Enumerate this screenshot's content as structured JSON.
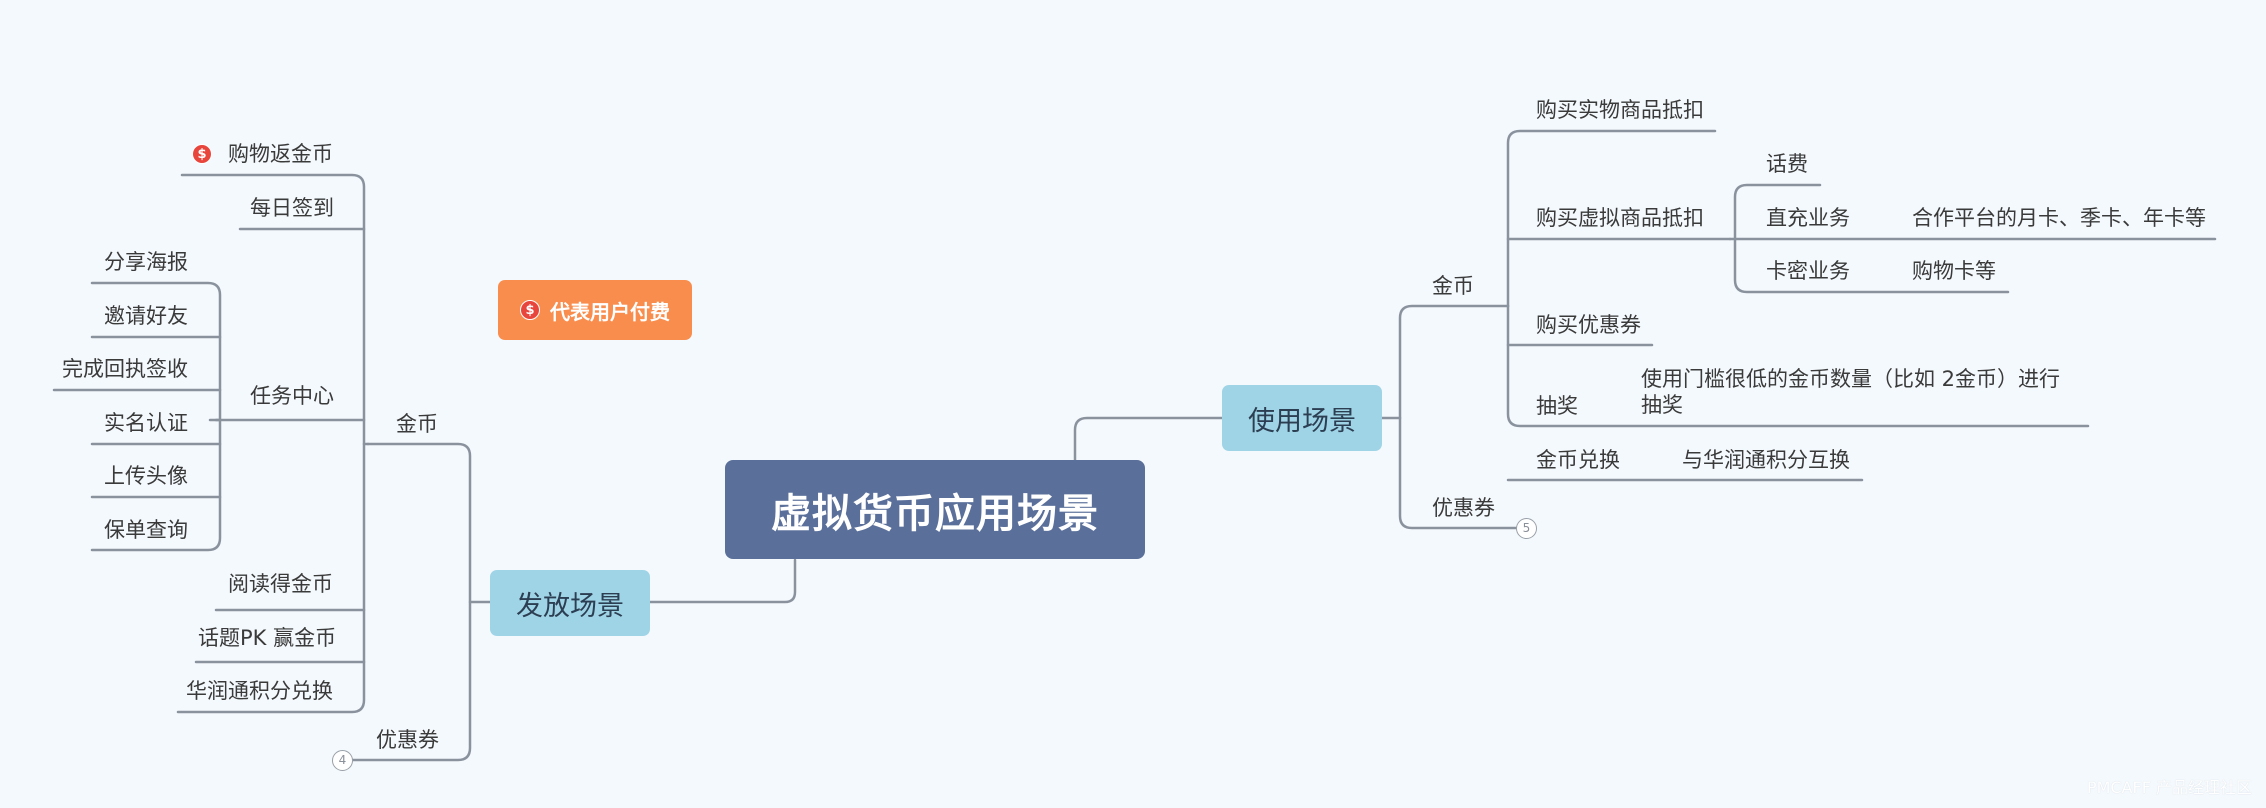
{
  "root": {
    "title": "虚拟货币应用场景"
  },
  "legend": {
    "icon": "coin-icon",
    "label": "代表用户付费"
  },
  "left": {
    "title": "发放场景",
    "coins": {
      "label": "金币",
      "items": {
        "shopping": "购物返金币",
        "checkin": "每日签到",
        "task_center": "任务中心",
        "tasks": [
          "分享海报",
          "邀请好友",
          "完成回执签收",
          "实名认证",
          "上传头像",
          "保单查询"
        ],
        "reading": "阅读得金币",
        "topic_pk": "话题PK 赢金币",
        "points": "华润通积分兑换"
      }
    },
    "coupon": {
      "label": "优惠券",
      "count": "4"
    }
  },
  "right": {
    "title": "使用场景",
    "coins": {
      "label": "金币",
      "physical": "购买实物商品抵扣",
      "virtual": "购买虚拟商品抵扣",
      "phone_fee": "话费",
      "direct": "直充业务",
      "direct_detail": "合作平台的月卡、季卡、年卡等",
      "card": "卡密业务",
      "card_detail": "购物卡等",
      "buy_coupon": "购买优惠券",
      "lottery": "抽奖",
      "lottery_detail": "使用门槛很低的金币数量（比如 2金币）进行抽奖",
      "exchange": "金币兑换",
      "exchange_detail": "与华润通积分互换"
    },
    "coupon": {
      "label": "优惠券",
      "count": "5"
    }
  },
  "watermark": "PMCAFF 产品经理社区",
  "colors": {
    "root": "#5a6f99",
    "branch": "#9fd4e6",
    "legend": "#f98d4e",
    "line": "#8a929e"
  }
}
